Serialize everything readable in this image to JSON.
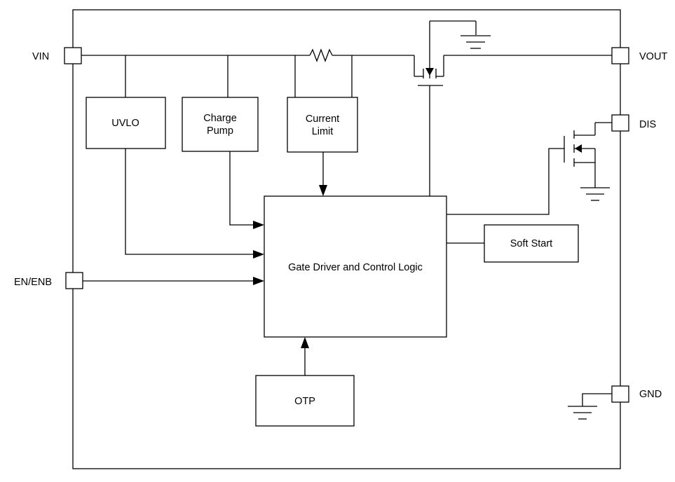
{
  "pins": {
    "vin": "VIN",
    "vout": "VOUT",
    "dis": "DIS",
    "en": "EN/ENB",
    "gnd": "GND"
  },
  "blocks": {
    "uvlo": "UVLO",
    "charge_pump_line1": "Charge",
    "charge_pump_line2": "Pump",
    "current_limit_line1": "Current",
    "current_limit_line2": "Limit",
    "gate_driver": "Gate Driver and Control Logic",
    "soft_start": "Soft Start",
    "otp": "OTP"
  }
}
